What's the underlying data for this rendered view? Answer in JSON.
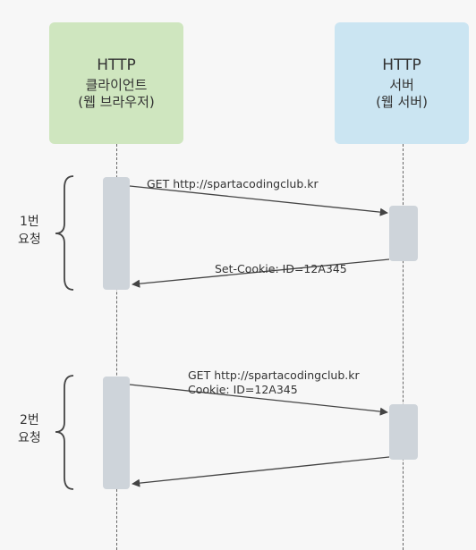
{
  "client": {
    "title": "HTTP",
    "name": "클라이언트",
    "sub": "(웹 브라우저)"
  },
  "server": {
    "title": "HTTP",
    "name": "서버",
    "sub": "(웹 서버)"
  },
  "request1": {
    "label_line1": "1번",
    "label_line2": "요청",
    "request_message": "GET http://spartacodingclub.kr",
    "response_message": "Set-Cookie: ID=12A345"
  },
  "request2": {
    "label_line1": "2번",
    "label_line2": "요청",
    "request_message_line1": "GET http://spartacodingclub.kr",
    "request_message_line2": "Cookie: ID=12A345"
  }
}
